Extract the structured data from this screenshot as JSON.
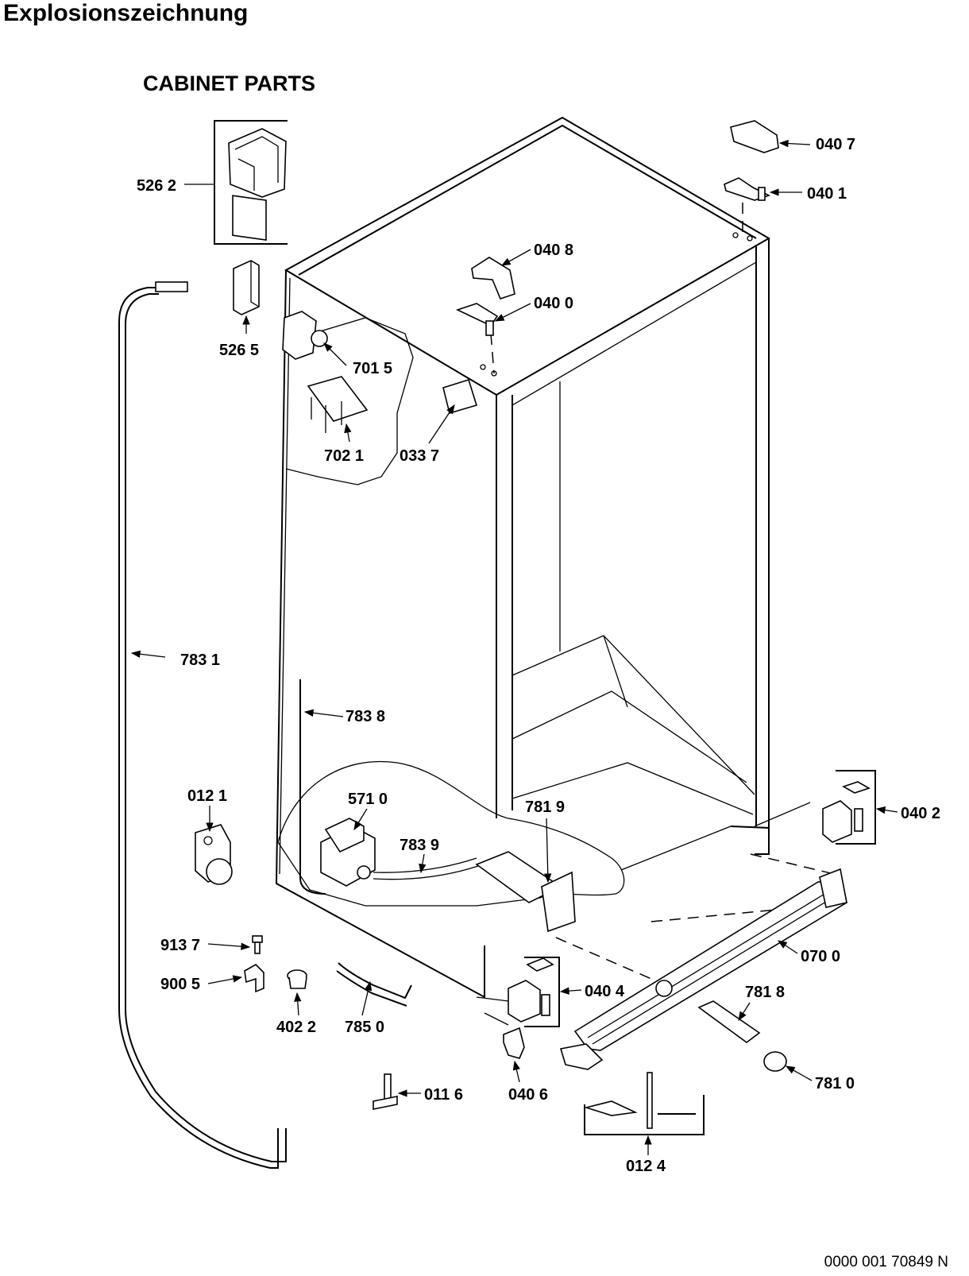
{
  "page_title": "Explosionszeichnung",
  "diagram_title": "CABINET PARTS",
  "doc_number": "0000 001 70849 N",
  "callouts": {
    "c5262": "526 2",
    "c5265": "526 5",
    "c7015": "701 5",
    "c7021": "702 1",
    "c0337": "033 7",
    "c0408": "040 8",
    "c0400": "040 0",
    "c0407": "040 7",
    "c0401": "040 1",
    "c7831": "783 1",
    "c7838": "783 8",
    "c0121": "012 1",
    "c5710": "571 0",
    "c7819": "781 9",
    "c7839": "783 9",
    "c0402": "040 2",
    "c0700": "070 0",
    "c9137": "913 7",
    "c9005": "900 5",
    "c4022": "402 2",
    "c7850": "785 0",
    "c0404": "040 4",
    "c7818": "781 8",
    "c0406": "040 6",
    "c7810": "781 0",
    "c0116": "011 6",
    "c0124": "012 4"
  }
}
